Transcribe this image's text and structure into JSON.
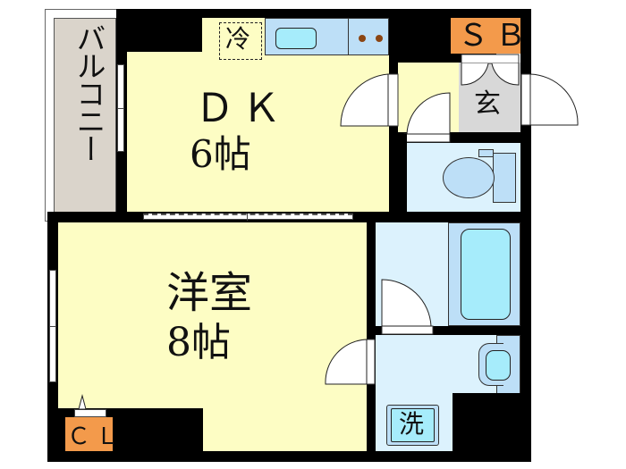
{
  "floorplan": {
    "rooms": {
      "dk": {
        "name": "ＤＫ",
        "size": "6帖"
      },
      "western": {
        "name": "洋室",
        "size": "8帖"
      },
      "balcony": {
        "name": "バルコニー"
      },
      "entrance": {
        "name": "玄"
      },
      "shoe_box": {
        "name": "ＳＢ"
      },
      "closet": {
        "name": "ＣＬ"
      },
      "fridge": {
        "name": "冷"
      },
      "washer": {
        "name": "洗"
      }
    },
    "colors": {
      "wall": "#000000",
      "room": "#fdfdc4",
      "wet_area": "#dcf2fd",
      "fixture": "#bddff7",
      "basin": "#a6ecfb",
      "storage": "#f39a4b",
      "entrance": "#d8d8d8",
      "balcony": "#dad4cb",
      "stove_burner": "#8b4513"
    }
  }
}
